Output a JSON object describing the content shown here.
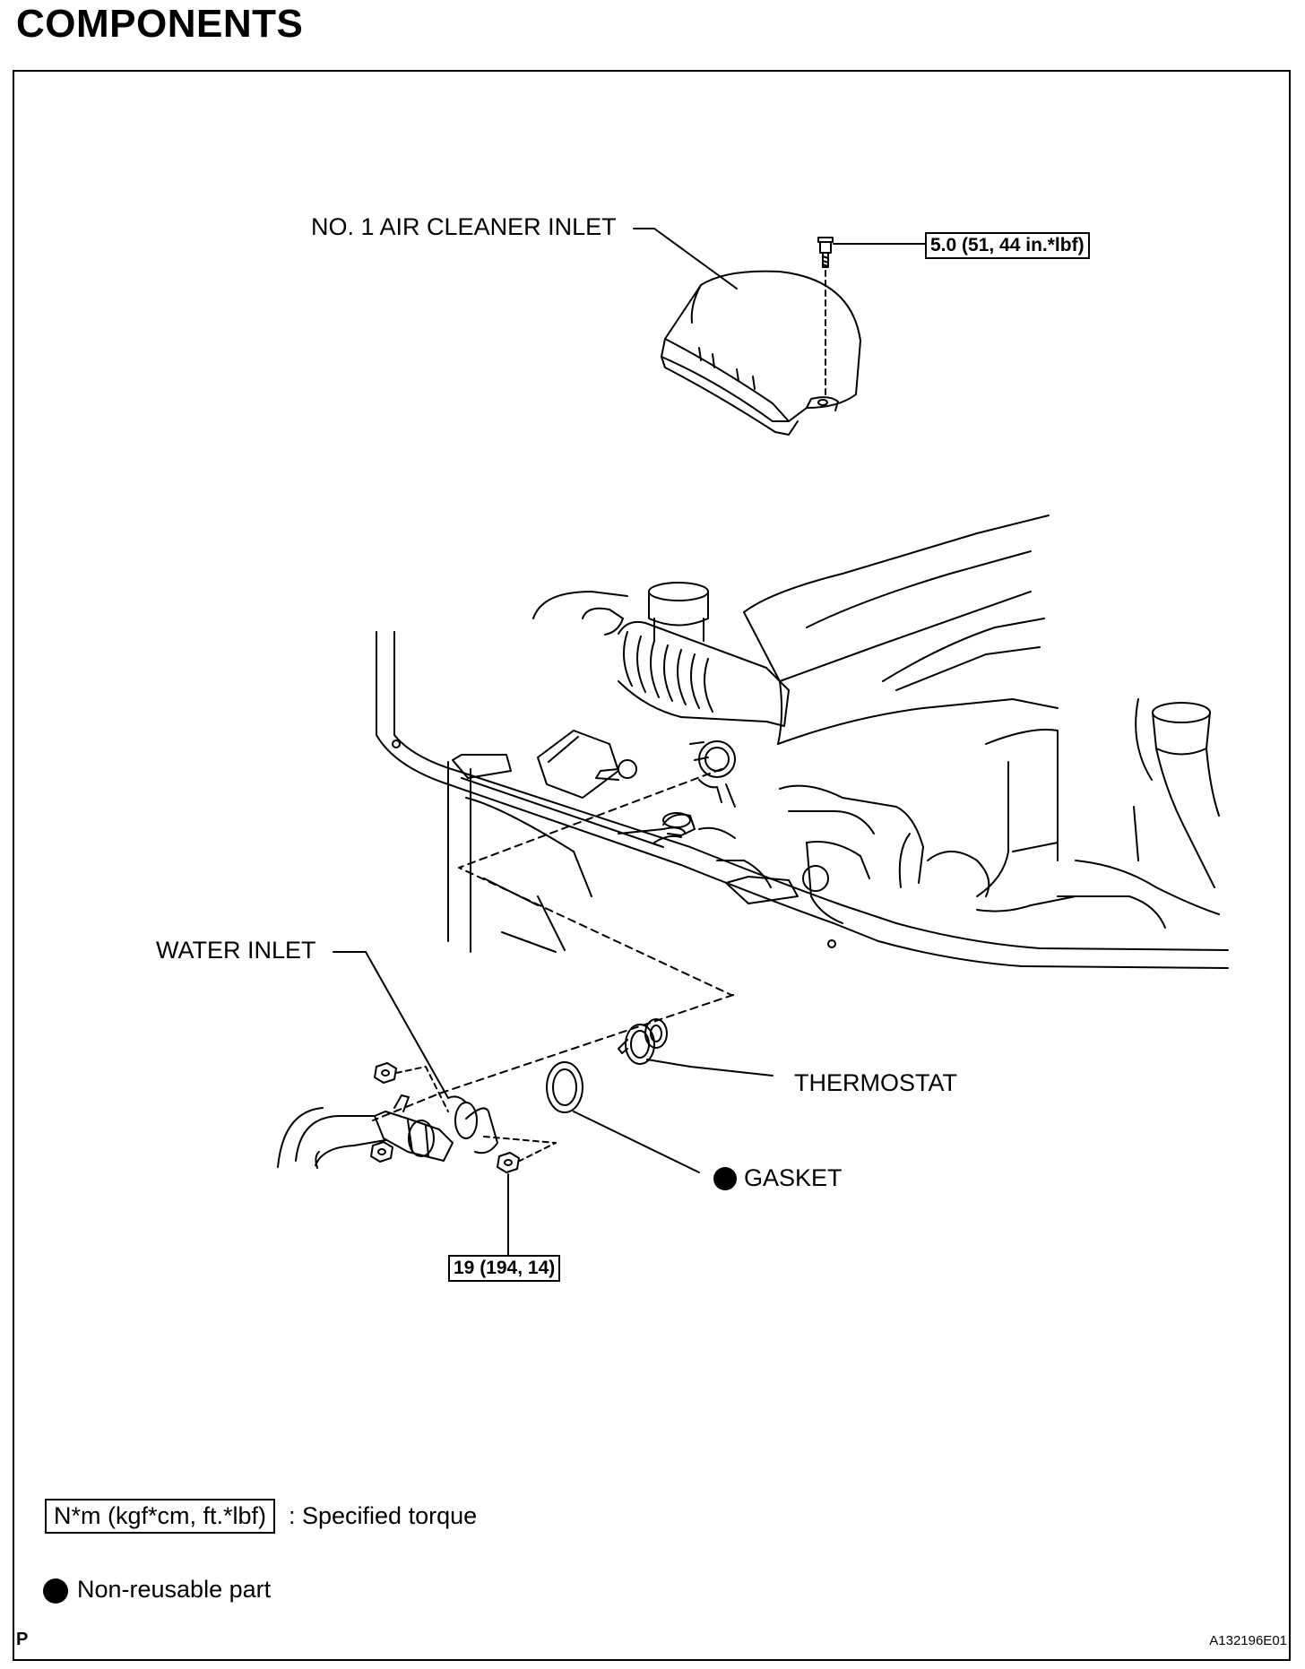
{
  "title": "COMPONENTS",
  "labels": {
    "air_cleaner_inlet": "NO. 1 AIR CLEANER INLET",
    "water_inlet": "WATER INLET",
    "thermostat": "THERMOSTAT",
    "gasket": "GASKET"
  },
  "torques": {
    "air_cleaner_bolt": "5.0 (51, 44 in.*lbf)",
    "water_inlet_nut": "19 (194, 14)"
  },
  "legend": {
    "torque_box": "N*m (kgf*cm, ft.*lbf)",
    "torque_desc": ": Specified torque",
    "nonreusable_desc": "Non-reusable part"
  },
  "footer": {
    "corner_mark": "P",
    "figure_code": "A132196E01"
  }
}
